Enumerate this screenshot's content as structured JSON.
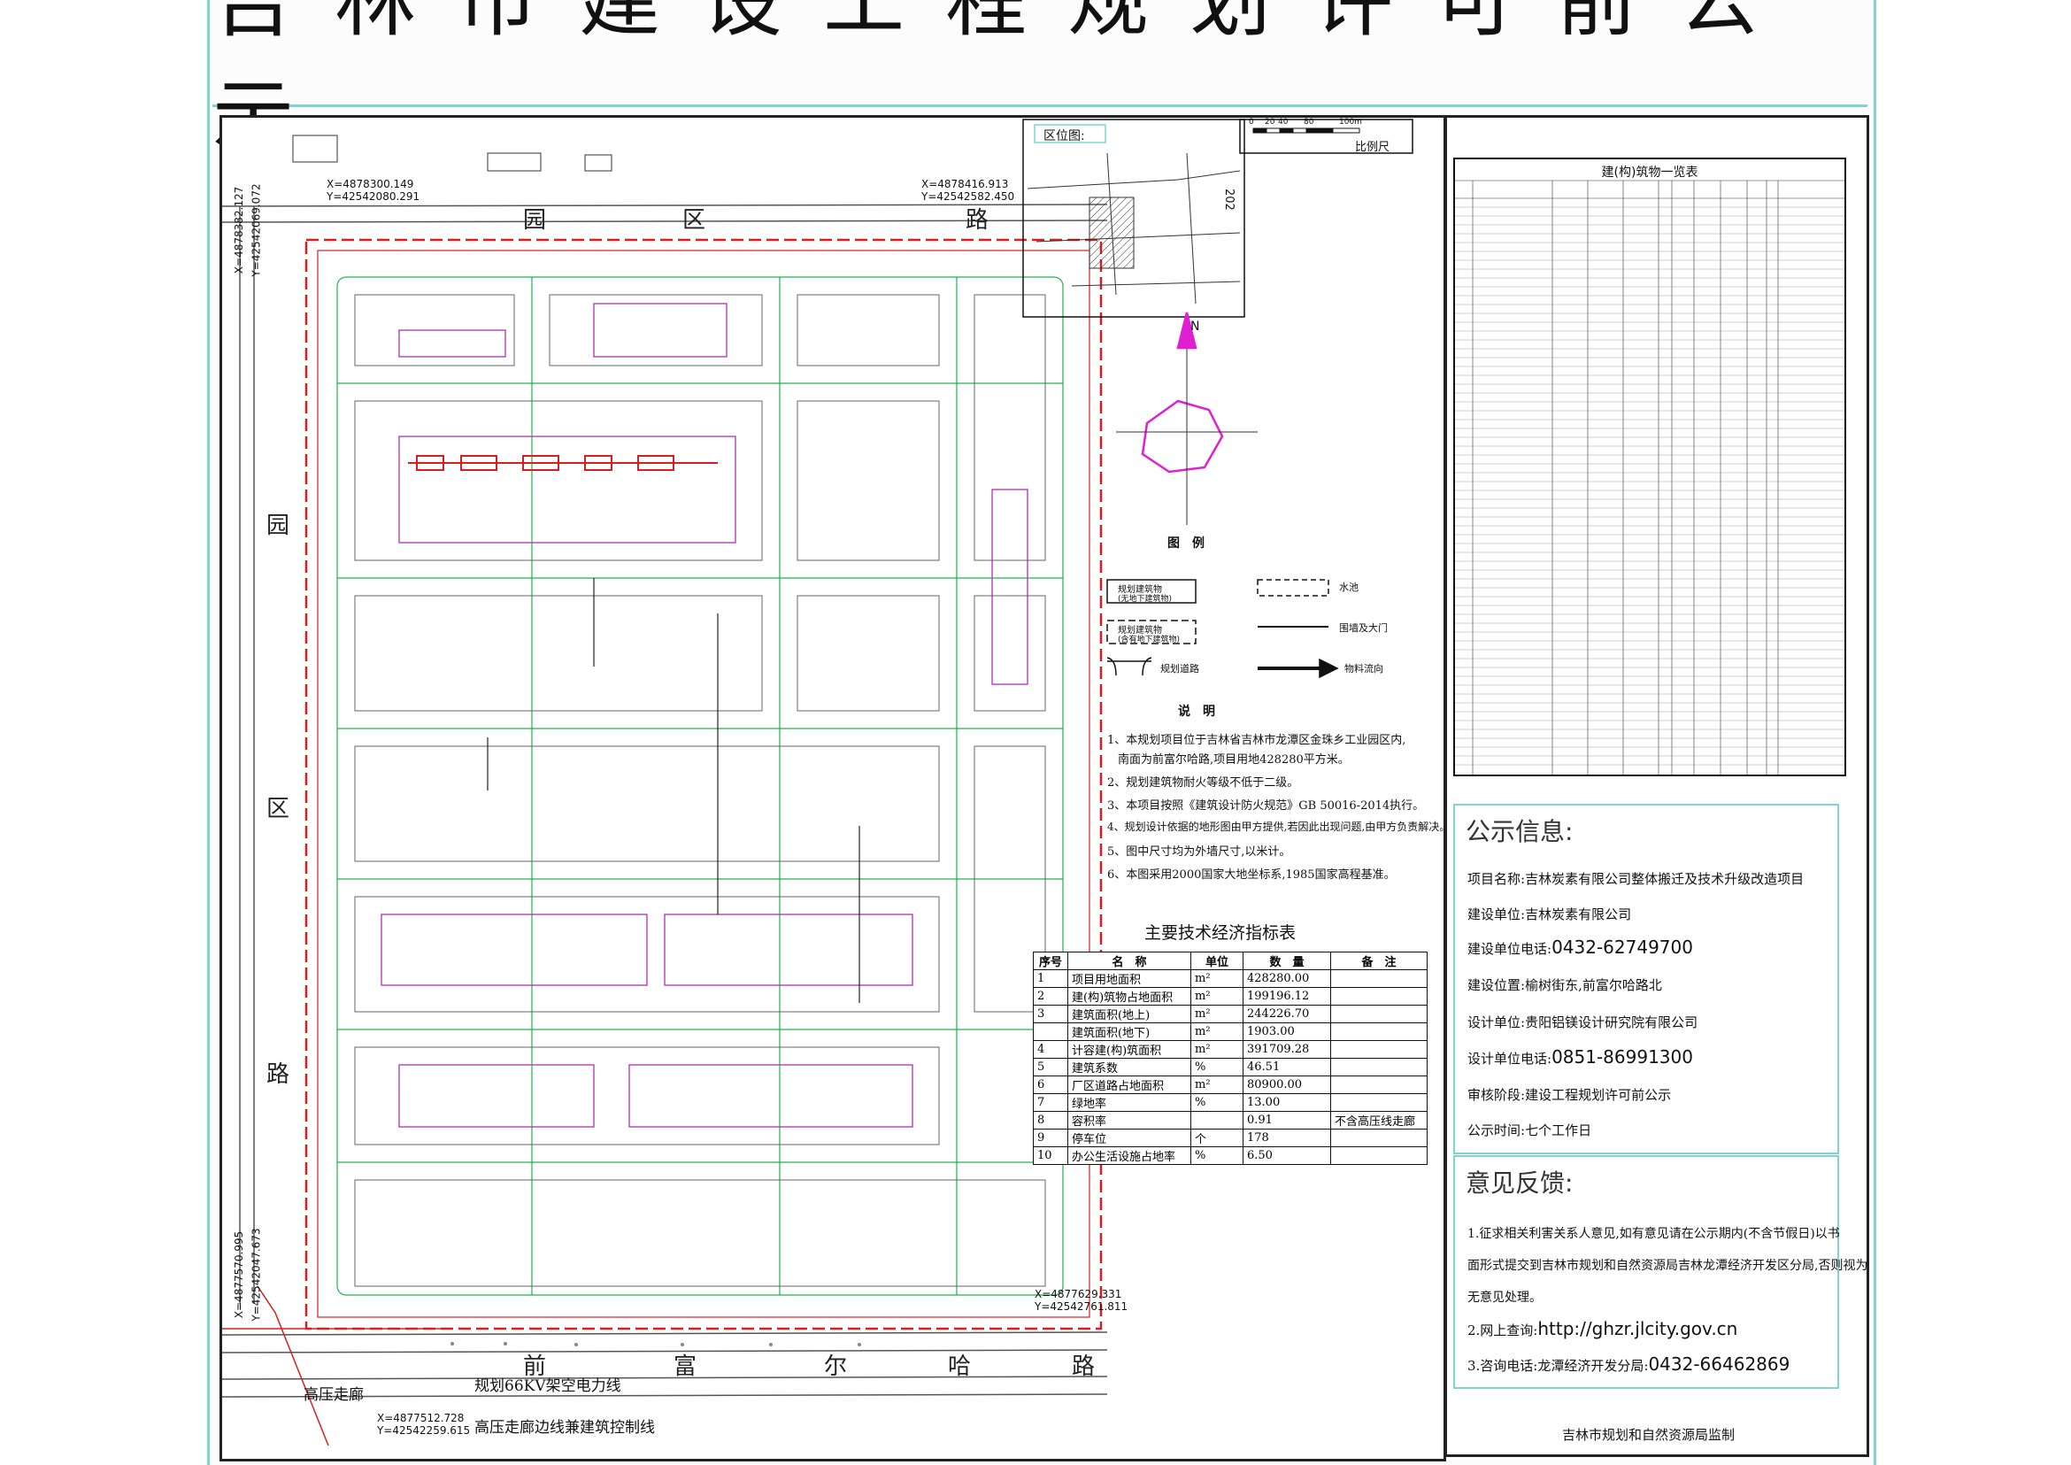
{
  "title": "吉林市建设工程规划许可前公示",
  "drawing": {
    "location_label": "区位图:",
    "scale_label": "比例尺",
    "scale_ticks": [
      "0",
      "20",
      "40",
      "80",
      "100m"
    ],
    "location_road_label": "202",
    "north_label": "N",
    "legend_title": "图例",
    "legend": {
      "planned_building_above": "规划建筑物",
      "planned_building_above_sub": "(无地下建筑物)",
      "planned_building_below": "规划建筑物",
      "planned_building_below_sub": "(含有地下建筑物)",
      "water_pool": "水池",
      "wall_gate": "围墙及大门",
      "planned_road": "规划道路",
      "material_flow": "物料流向"
    },
    "notes_title": "说明",
    "notes": [
      "1、本规划项目位于吉林省吉林市龙潭区金珠乡工业园区内,",
      "南面为前富尔哈路,项目用地428280平方米。",
      "2、规划建筑物耐火等级不低于二级。",
      "3、本项目按照《建筑设计防火规范》GB 50016-2014执行。",
      "4、规划设计依据的地形图由甲方提供,若因此出现问题,由甲方负责解决。",
      "5、图中尺寸均为外墙尺寸,以米计。",
      "6、本图采用2000国家大地坐标系,1985国家高程基准。"
    ],
    "roads": {
      "north": [
        "园",
        "区",
        "路"
      ],
      "west": [
        "园",
        "区",
        "路"
      ],
      "south": [
        "前",
        "富",
        "尔",
        "哈",
        "路"
      ]
    },
    "coords": {
      "nw_x": "X=4878300.149",
      "nw_y": "Y=42542080.291",
      "ne_x": "X=4878416.913",
      "ne_y": "Y=42542582.450",
      "w_top_x": "X=4878382.127",
      "w_top_y": "Y=42542069.072",
      "sw_x": "X=4877570.995",
      "sw_y": "Y=42542047.673",
      "s_x": "X=4877512.728",
      "s_y": "Y=42542259.615",
      "se_x": "X=4877629.331",
      "se_y": "Y=42542761.811"
    },
    "callouts": {
      "hv_corridor": "高压走廊",
      "power_line": "规划66KV架空电力线",
      "control_line": "高压走廊边线兼建筑控制线"
    },
    "tech_table": {
      "title": "主要技术经济指标表",
      "headers": [
        "序号",
        "名　称",
        "单位",
        "数　量",
        "备　注"
      ],
      "rows": [
        {
          "no": "1",
          "name": "项目用地面积",
          "unit": "m²",
          "value": "428280.00",
          "note": ""
        },
        {
          "no": "2",
          "name": "建(构)筑物占地面积",
          "unit": "m²",
          "value": "199196.12",
          "note": ""
        },
        {
          "no": "3",
          "name": "建筑面积(地上)",
          "unit": "m²",
          "value": "244226.70",
          "note": ""
        },
        {
          "no": "",
          "name": "建筑面积(地下)",
          "unit": "m²",
          "value": "1903.00",
          "note": ""
        },
        {
          "no": "4",
          "name": "计容建(构)筑面积",
          "unit": "m²",
          "value": "391709.28",
          "note": ""
        },
        {
          "no": "5",
          "name": "建筑系数",
          "unit": "%",
          "value": "46.51",
          "note": ""
        },
        {
          "no": "6",
          "name": "厂区道路占地面积",
          "unit": "m²",
          "value": "80900.00",
          "note": ""
        },
        {
          "no": "7",
          "name": "绿地率",
          "unit": "%",
          "value": "13.00",
          "note": ""
        },
        {
          "no": "8",
          "name": "容积率",
          "unit": "",
          "value": "0.91",
          "note": "不含高压线走廊"
        },
        {
          "no": "9",
          "name": "停车位",
          "unit": "个",
          "value": "178",
          "note": ""
        },
        {
          "no": "10",
          "name": "办公生活设施占地率",
          "unit": "%",
          "value": "6.50",
          "note": ""
        }
      ]
    }
  },
  "building_table": {
    "title": "建(构)筑物一览表"
  },
  "public_info": {
    "heading": "公示信息:",
    "project_label": "项目名称:",
    "project_value": "吉林炭素有限公司整体搬迁及技术升级改造项目",
    "builder_label": "建设单位:",
    "builder_value": "吉林炭素有限公司",
    "builder_phone_label": "建设单位电话:",
    "builder_phone_value": "0432-62749700",
    "location_label": "建设位置:",
    "location_value": "榆树街东,前富尔哈路北",
    "designer_label": "设计单位:",
    "designer_value": "贵阳铝镁设计研究院有限公司",
    "designer_phone_label": "设计单位电话:",
    "designer_phone_value": "0851-86991300",
    "stage_label": "审核阶段:",
    "stage_value": "建设工程规划许可前公示",
    "period_label": "公示时间:",
    "period_value": "七个工作日"
  },
  "feedback": {
    "heading": "意见反馈:",
    "line1a": "1.征求相关利害关系人意见,如有意见请在公示期内(不含节假日)以书",
    "line1b": "面形式提交到吉林市规划和自然资源局吉林龙潭经济开发区分局,否则视为",
    "line1c": "无意见处理。",
    "line2_label": "2.网上查询:",
    "line2_value": "http://ghzr.jlcity.gov.cn",
    "line3_label": "3.咨询电话:",
    "line3_mid": "龙潭经济开发分局:",
    "line3_value": "0432-66462869"
  },
  "footer": "吉林市规划和自然资源局监制",
  "colors": {
    "frame_teal": "#7fd3d0",
    "site_red": "#d81e1e",
    "road_green": "#22b14c",
    "building_magenta": "#b030b0",
    "north_magenta": "#e020d0"
  }
}
